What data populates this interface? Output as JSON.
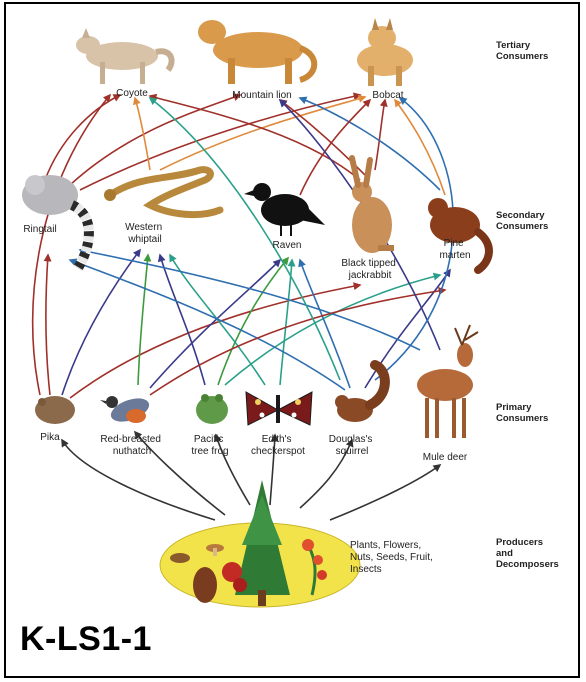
{
  "figure": {
    "code": "K-LS1-1",
    "levels": {
      "tertiary": [
        "Tertiary",
        "Consumers"
      ],
      "secondary": [
        "Secondary",
        "Consumers"
      ],
      "primary": [
        "Primary",
        "Consumers"
      ],
      "producers": [
        "Producers",
        "and",
        "Decomposers"
      ]
    },
    "organisms": {
      "coyote": [
        "Coyote"
      ],
      "mountain_lion": [
        "Mountain lion"
      ],
      "bobcat": [
        "Bobcat"
      ],
      "ringtail": [
        "Ringtail"
      ],
      "western_whiptail": [
        "Western",
        "whiptail"
      ],
      "raven": [
        "Raven"
      ],
      "jackrabbit": [
        "Black tipped",
        "jackrabbit"
      ],
      "pine_marten": [
        "Pine",
        "marten"
      ],
      "pika": [
        "Pika"
      ],
      "nuthatch": [
        "Red-breasted",
        "nuthatch"
      ],
      "tree_frog": [
        "Pacific",
        "tree frog"
      ],
      "checkerspot": [
        "Edith's",
        "checkerspot"
      ],
      "squirrel": [
        "Douglas's",
        "squirrel"
      ],
      "mule_deer": [
        "Mule deer"
      ],
      "plants": [
        "Plants, Flowers,",
        "Nuts, Seeds, Fruit,",
        "Insects"
      ]
    },
    "arrow_colors": {
      "tertiary": "#a0302a",
      "secondary": "#3a3a8a",
      "primary_a": "#2f6fb0",
      "primary_b": "#2aa08a",
      "orange": "#e08a3c",
      "green": "#3d9a3d",
      "producer": "#333333"
    }
  }
}
